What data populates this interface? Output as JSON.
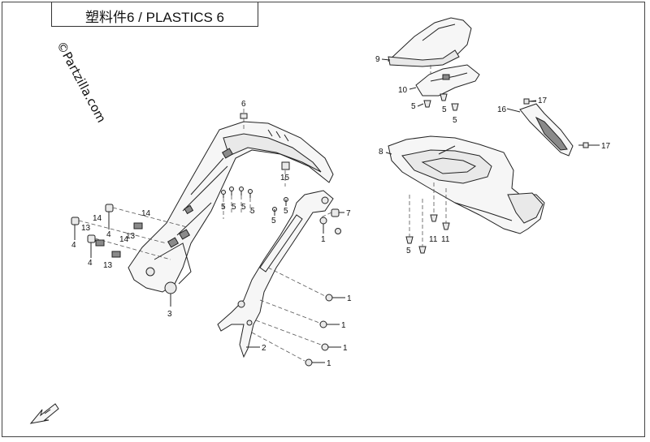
{
  "header": {
    "title": "塑料件6 / PLASTICS 6"
  },
  "watermark": {
    "text": "©Partzilla.com"
  },
  "callouts": {
    "c1a": "1",
    "c1b": "1",
    "c1c": "1",
    "c1d": "1",
    "c1e": "1",
    "c2": "2",
    "c3": "3",
    "c4a": "4",
    "c4b": "4",
    "c4c": "4",
    "c5a": "5",
    "c5b": "5",
    "c5c": "5",
    "c5d": "5",
    "c5e": "5",
    "c5f": "5",
    "c5g": "5",
    "c5h": "5",
    "c5i": "5",
    "c5j": "5",
    "c6": "6",
    "c7": "7",
    "c8": "8",
    "c9": "9",
    "c10": "10",
    "c11a": "11",
    "c11b": "11",
    "c13a": "13",
    "c13b": "13",
    "c13c": "13",
    "c14a": "14",
    "c14b": "14",
    "c14c": "14",
    "c15": "15",
    "c16": "16",
    "c17a": "17",
    "c17b": "17"
  },
  "icons": {
    "forward_arrow": "fwd-arrow-icon"
  }
}
